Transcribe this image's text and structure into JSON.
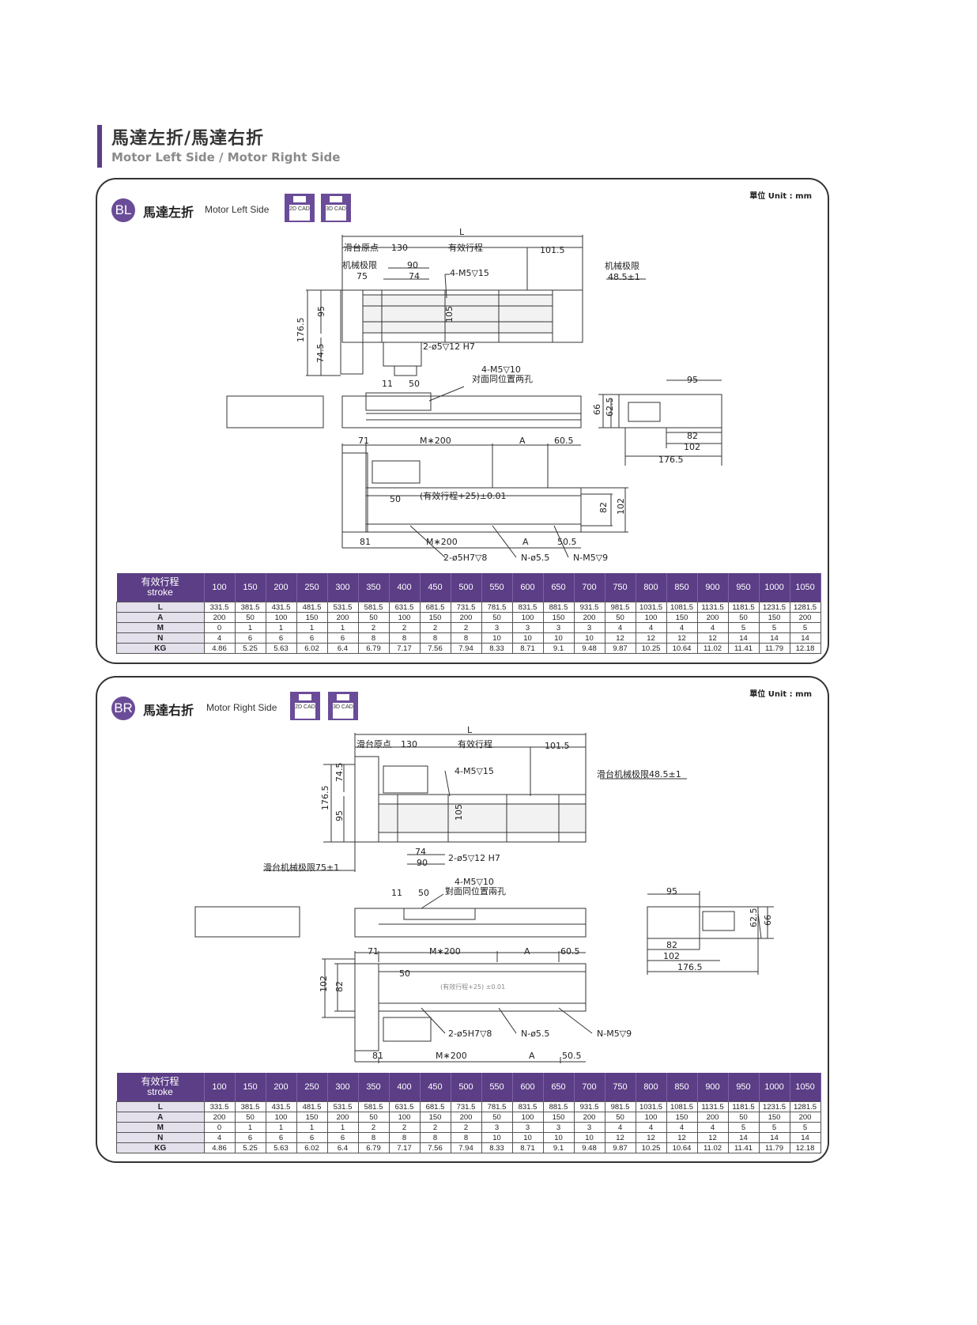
{
  "page": {
    "title_zh": "馬達左折/馬達右折",
    "title_en": "Motor Left Side / Motor Right Side"
  },
  "colors": {
    "accent": "#5b3e86",
    "badge": "#6a4c98",
    "row_label_bg": "#e4e0ec"
  },
  "sections": [
    {
      "code": "BL",
      "name_zh": "馬達左折",
      "name_en": "Motor Left Side",
      "cad_2d": "2D CAD",
      "cad_3d": "3D CAD",
      "unit": "單位 Unit : mm",
      "dims": {
        "L": "L",
        "origin": "滑台原点",
        "d130": "130",
        "stroke": "有效行程",
        "d101": "101.5",
        "mech_limit": "机械极限",
        "d75": "75",
        "d90": "90",
        "d74": "74",
        "m5x15": "4-M5▽15",
        "mech_limit_r": "机械极限",
        "d48": "48.5±1",
        "d176": "176.5",
        "d95": "95",
        "d105": "105",
        "d745": "74.5",
        "pin12": "2-ø5▽12 H7",
        "m5x10": "4-M5▽10",
        "opp_holes": "对面同位置两孔",
        "d11": "11",
        "d50": "50",
        "e95": "95",
        "d66": "66",
        "d625": "62.5",
        "d82": "82",
        "d102": "102",
        "e176": "176.5",
        "d71": "71",
        "m200": "M∗200",
        "dA": "A",
        "d605": "60.5",
        "d50b": "50",
        "stroke_tol": "(有效行程+25)±0.01",
        "f82": "82",
        "f102": "102",
        "d81": "81",
        "m200b": "M∗200",
        "dAb": "A",
        "d505": "50.5",
        "pin8": "2-ø5H7▽8",
        "n55": "N-ø5.5",
        "nm5": "N-M5▽9"
      },
      "table": {
        "head_zh": "有效行程",
        "head_en": "stroke",
        "strokes": [
          "100",
          "150",
          "200",
          "250",
          "300",
          "350",
          "400",
          "450",
          "500",
          "550",
          "600",
          "650",
          "700",
          "750",
          "800",
          "850",
          "900",
          "950",
          "1000",
          "1050"
        ],
        "rows": [
          {
            "label": "L",
            "values": [
              "331.5",
              "381.5",
              "431.5",
              "481.5",
              "531.5",
              "581.5",
              "631.5",
              "681.5",
              "731.5",
              "781.5",
              "831.5",
              "881.5",
              "931.5",
              "981.5",
              "1031.5",
              "1081.5",
              "1131.5",
              "1181.5",
              "1231.5",
              "1281.5"
            ]
          },
          {
            "label": "A",
            "values": [
              "200",
              "50",
              "100",
              "150",
              "200",
              "50",
              "100",
              "150",
              "200",
              "50",
              "100",
              "150",
              "200",
              "50",
              "100",
              "150",
              "200",
              "50",
              "150",
              "200"
            ]
          },
          {
            "label": "M",
            "values": [
              "0",
              "1",
              "1",
              "1",
              "1",
              "2",
              "2",
              "2",
              "2",
              "3",
              "3",
              "3",
              "3",
              "4",
              "4",
              "4",
              "4",
              "5",
              "5",
              "5"
            ]
          },
          {
            "label": "N",
            "values": [
              "4",
              "6",
              "6",
              "6",
              "6",
              "8",
              "8",
              "8",
              "8",
              "10",
              "10",
              "10",
              "10",
              "12",
              "12",
              "12",
              "12",
              "14",
              "14",
              "14"
            ]
          },
          {
            "label": "KG",
            "values": [
              "4.86",
              "5.25",
              "5.63",
              "6.02",
              "6.4",
              "6.79",
              "7.17",
              "7.56",
              "7.94",
              "8.33",
              "8.71",
              "9.1",
              "9.48",
              "9.87",
              "10.25",
              "10.64",
              "11.02",
              "11.41",
              "11.79",
              "12.18"
            ]
          }
        ]
      }
    },
    {
      "code": "BR",
      "name_zh": "馬達右折",
      "name_en": "Motor Right Side",
      "cad_2d": "2D CAD",
      "cad_3d": "3D CAD",
      "unit": "單位 Unit : mm",
      "dims": {
        "L": "L",
        "origin": "滑台原点",
        "d130": "130",
        "stroke": "有效行程",
        "d101": "101.5",
        "mech_limit_r": "滑台机械极限48.5±1",
        "m5x15": "4-M5▽15",
        "d745": "74.5",
        "d176": "176.5",
        "d95": "95",
        "d105": "105",
        "d74": "74",
        "d90": "90",
        "pin12": "2-ø5▽12 H7",
        "mech_limit_l": "滑台机械极限75±1",
        "m5x10": "4-M5▽10",
        "opp_holes": "對面同位置兩孔",
        "d11": "11",
        "d50": "50",
        "e95": "95",
        "d625": "62.5",
        "d66": "66",
        "d82": "82",
        "d102": "102",
        "e176": "176.5",
        "d71": "71",
        "m200": "M∗200",
        "dA": "A",
        "d605": "60.5",
        "d50b": "50",
        "stroke_tol": "(有效行程+25) ±0.01",
        "f102": "102",
        "f82": "82",
        "pin8": "2-ø5H7▽8",
        "n55": "N-ø5.5",
        "nm5": "N-M5▽9",
        "d81": "81",
        "m200b": "M∗200",
        "dAb": "A",
        "d505": "50.5"
      },
      "table": {
        "head_zh": "有效行程",
        "head_en": "stroke",
        "strokes": [
          "100",
          "150",
          "200",
          "250",
          "300",
          "350",
          "400",
          "450",
          "500",
          "550",
          "600",
          "650",
          "700",
          "750",
          "800",
          "850",
          "900",
          "950",
          "1000",
          "1050"
        ],
        "rows": [
          {
            "label": "L",
            "values": [
              "331.5",
              "381.5",
              "431.5",
              "481.5",
              "531.5",
              "581.5",
              "631.5",
              "681.5",
              "731.5",
              "781.5",
              "831.5",
              "881.5",
              "931.5",
              "981.5",
              "1031.5",
              "1081.5",
              "1131.5",
              "1181.5",
              "1231.5",
              "1281.5"
            ]
          },
          {
            "label": "A",
            "values": [
              "200",
              "50",
              "100",
              "150",
              "200",
              "50",
              "100",
              "150",
              "200",
              "50",
              "100",
              "150",
              "200",
              "50",
              "100",
              "150",
              "200",
              "50",
              "150",
              "200"
            ]
          },
          {
            "label": "M",
            "values": [
              "0",
              "1",
              "1",
              "1",
              "1",
              "2",
              "2",
              "2",
              "2",
              "3",
              "3",
              "3",
              "3",
              "4",
              "4",
              "4",
              "4",
              "5",
              "5",
              "5"
            ]
          },
          {
            "label": "N",
            "values": [
              "4",
              "6",
              "6",
              "6",
              "6",
              "8",
              "8",
              "8",
              "8",
              "10",
              "10",
              "10",
              "10",
              "12",
              "12",
              "12",
              "12",
              "14",
              "14",
              "14"
            ]
          },
          {
            "label": "KG",
            "values": [
              "4.86",
              "5.25",
              "5.63",
              "6.02",
              "6.4",
              "6.79",
              "7.17",
              "7.56",
              "7.94",
              "8.33",
              "8.71",
              "9.1",
              "9.48",
              "9.87",
              "10.25",
              "10.64",
              "11.02",
              "11.41",
              "11.79",
              "12.18"
            ]
          }
        ]
      }
    }
  ]
}
